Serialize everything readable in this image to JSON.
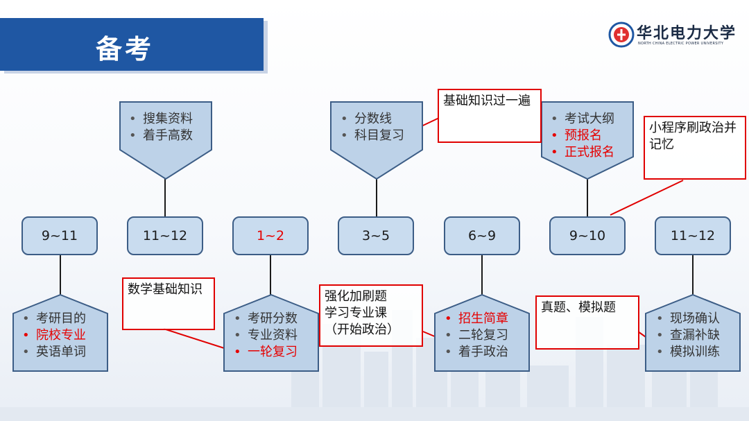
{
  "slide": {
    "title": "备考",
    "logo": {
      "name_cn": "华北电力大学",
      "name_en": "NORTH CHINA ELECTRIC POWER UNIVERSITY"
    }
  },
  "colors": {
    "title_bar": "#1f57a3",
    "box_fill": "#c9dcef",
    "box_border": "#3c5d86",
    "highlight": "#e60000",
    "note_border": "#e00000"
  },
  "timeline": {
    "months": [
      {
        "label": "9~11",
        "highlight": false
      },
      {
        "label": "11~12",
        "highlight": false
      },
      {
        "label": "1~2",
        "highlight": true
      },
      {
        "label": "3~5",
        "highlight": false
      },
      {
        "label": "6~9",
        "highlight": false
      },
      {
        "label": "9~10",
        "highlight": false
      },
      {
        "label": "11~12",
        "highlight": false
      }
    ]
  },
  "top_boxes": [
    {
      "items": [
        {
          "text": "搜集资料",
          "red": false
        },
        {
          "text": "着手高数",
          "red": false
        }
      ]
    },
    {
      "items": [
        {
          "text": "分数线",
          "red": false
        },
        {
          "text": "科目复习",
          "red": false
        }
      ]
    },
    {
      "items": [
        {
          "text": "考试大纲",
          "red": false
        },
        {
          "text": "预报名",
          "red": true
        },
        {
          "text": "正式报名",
          "red": true
        }
      ]
    }
  ],
  "bottom_boxes": [
    {
      "items": [
        {
          "text": "考研目的",
          "red": false
        },
        {
          "text": "院校专业",
          "red": true
        },
        {
          "text": "英语单词",
          "red": false
        }
      ]
    },
    {
      "items": [
        {
          "text": "考研分数",
          "red": false
        },
        {
          "text": "专业资料",
          "red": false
        },
        {
          "text": "一轮复习",
          "red": true
        }
      ]
    },
    {
      "items": [
        {
          "text": "招生简章",
          "red": true
        },
        {
          "text": "二轮复习",
          "red": false
        },
        {
          "text": "着手政治",
          "red": false
        }
      ]
    },
    {
      "items": [
        {
          "text": "现场确认",
          "red": false
        },
        {
          "text": "查漏补缺",
          "red": false
        },
        {
          "text": "模拟训练",
          "red": false
        }
      ]
    }
  ],
  "notes": {
    "basic_once": "基础知识过一遍",
    "mini_program": [
      "小程序刷政治并",
      "记忆"
    ],
    "math_basic": "数学基础知识",
    "intensive": [
      "强化加刷题",
      "学习专业课",
      "（开始政治）"
    ],
    "real_mock": "真题、模拟题"
  },
  "bullet": "•"
}
